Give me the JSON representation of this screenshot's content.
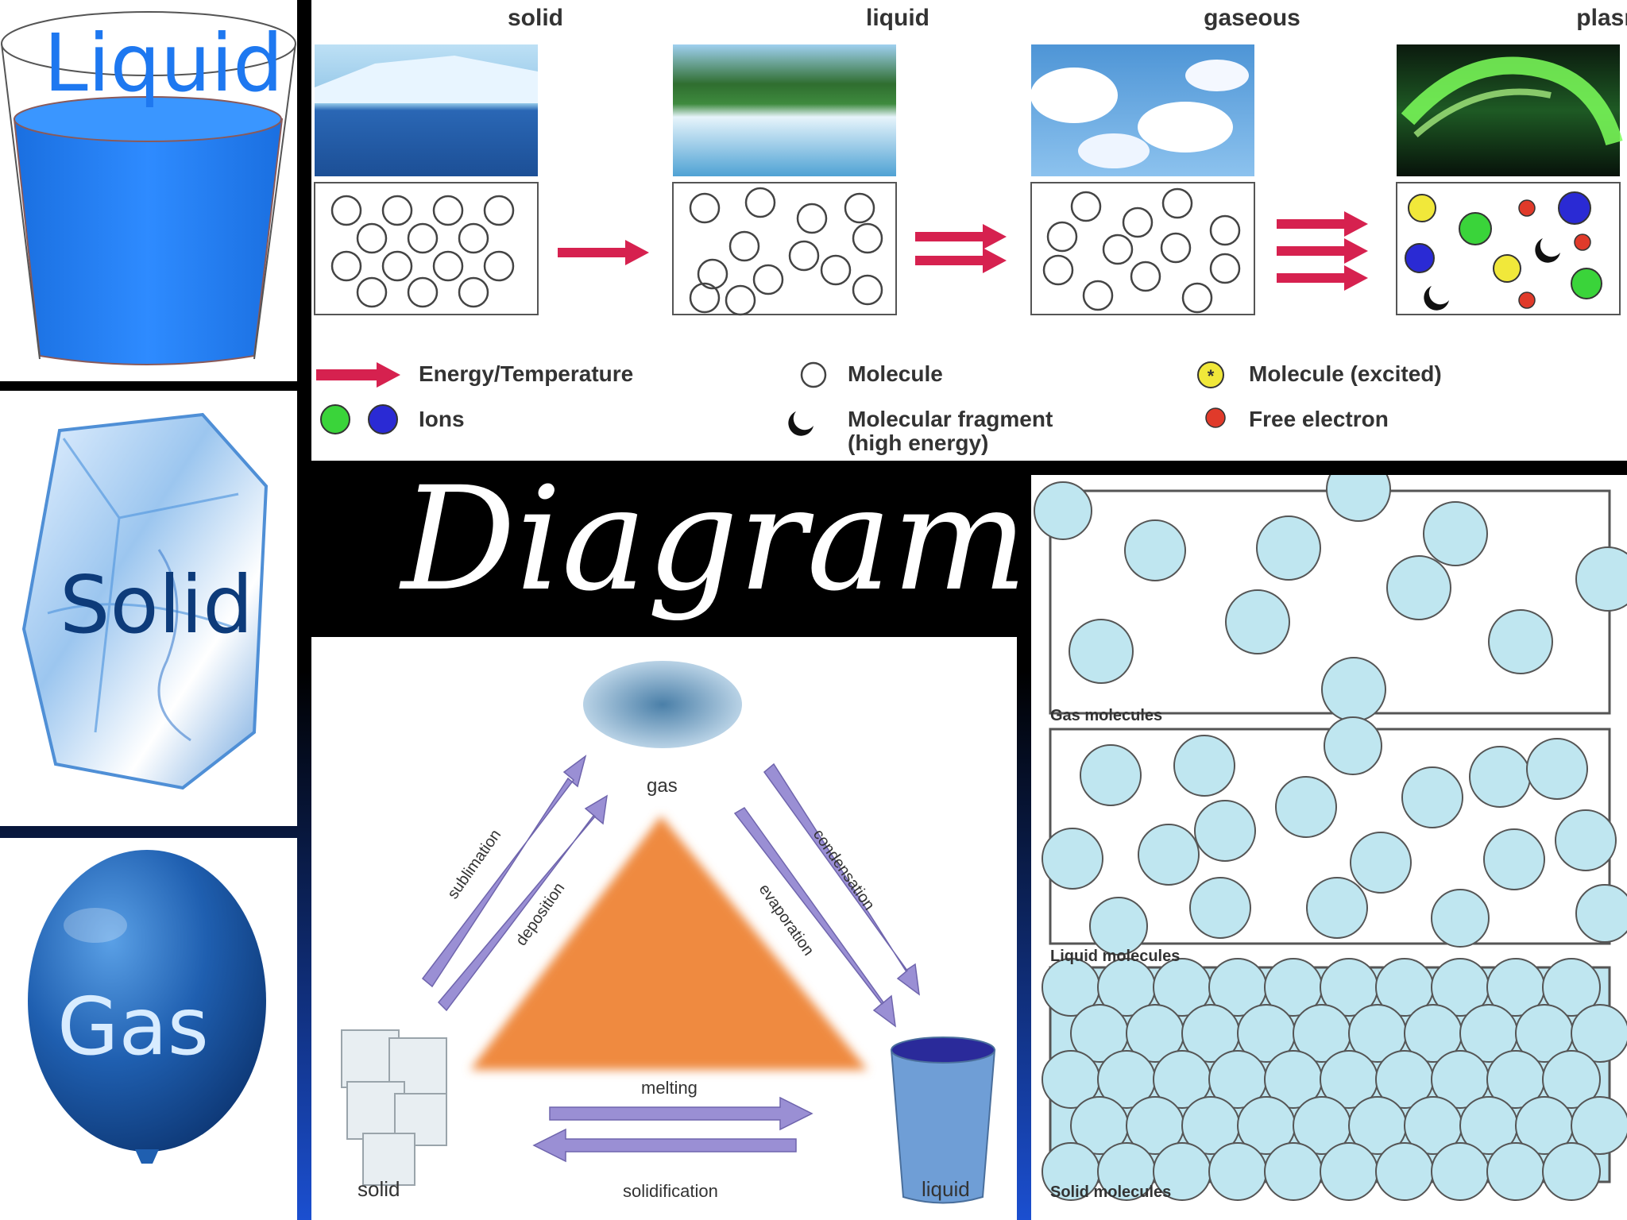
{
  "side_labels": {
    "liquid": "Liquid",
    "solid": "Solid",
    "gas": "Gas"
  },
  "title": "Diagram",
  "states_panel": {
    "headers": [
      "solid",
      "liquid",
      "gaseous",
      "plasma"
    ],
    "legend": {
      "energy": "Energy/Temperature",
      "molecule": "Molecule",
      "molecule_excited": "Molecule (excited)",
      "ions": "Ions",
      "fragment_line1": "Molecular fragment",
      "fragment_line2": "(high energy)",
      "free_electron": "Free electron"
    }
  },
  "phase_triangle": {
    "gas": "gas",
    "solid": "solid",
    "liquid": "liquid",
    "sublimation": "sublimation",
    "deposition": "deposition",
    "condensation": "condensation",
    "evaporation": "evaporation",
    "melting": "melting",
    "solidification": "solidification"
  },
  "molecules_panel": {
    "gas_caption": "Gas molecules",
    "liquid_caption": "Liquid molecules",
    "solid_caption": "Solid molecules"
  },
  "colors": {
    "background_top": "#000000",
    "background_bottom": "#1b4fd0",
    "liquid_blue": "#1e78f0",
    "arrow_pink": "#d6214f",
    "triangle_orange": "#ef8a3f",
    "phase_arrow": "#9a8fd4",
    "molecule_fill": "#bfe6f0"
  }
}
